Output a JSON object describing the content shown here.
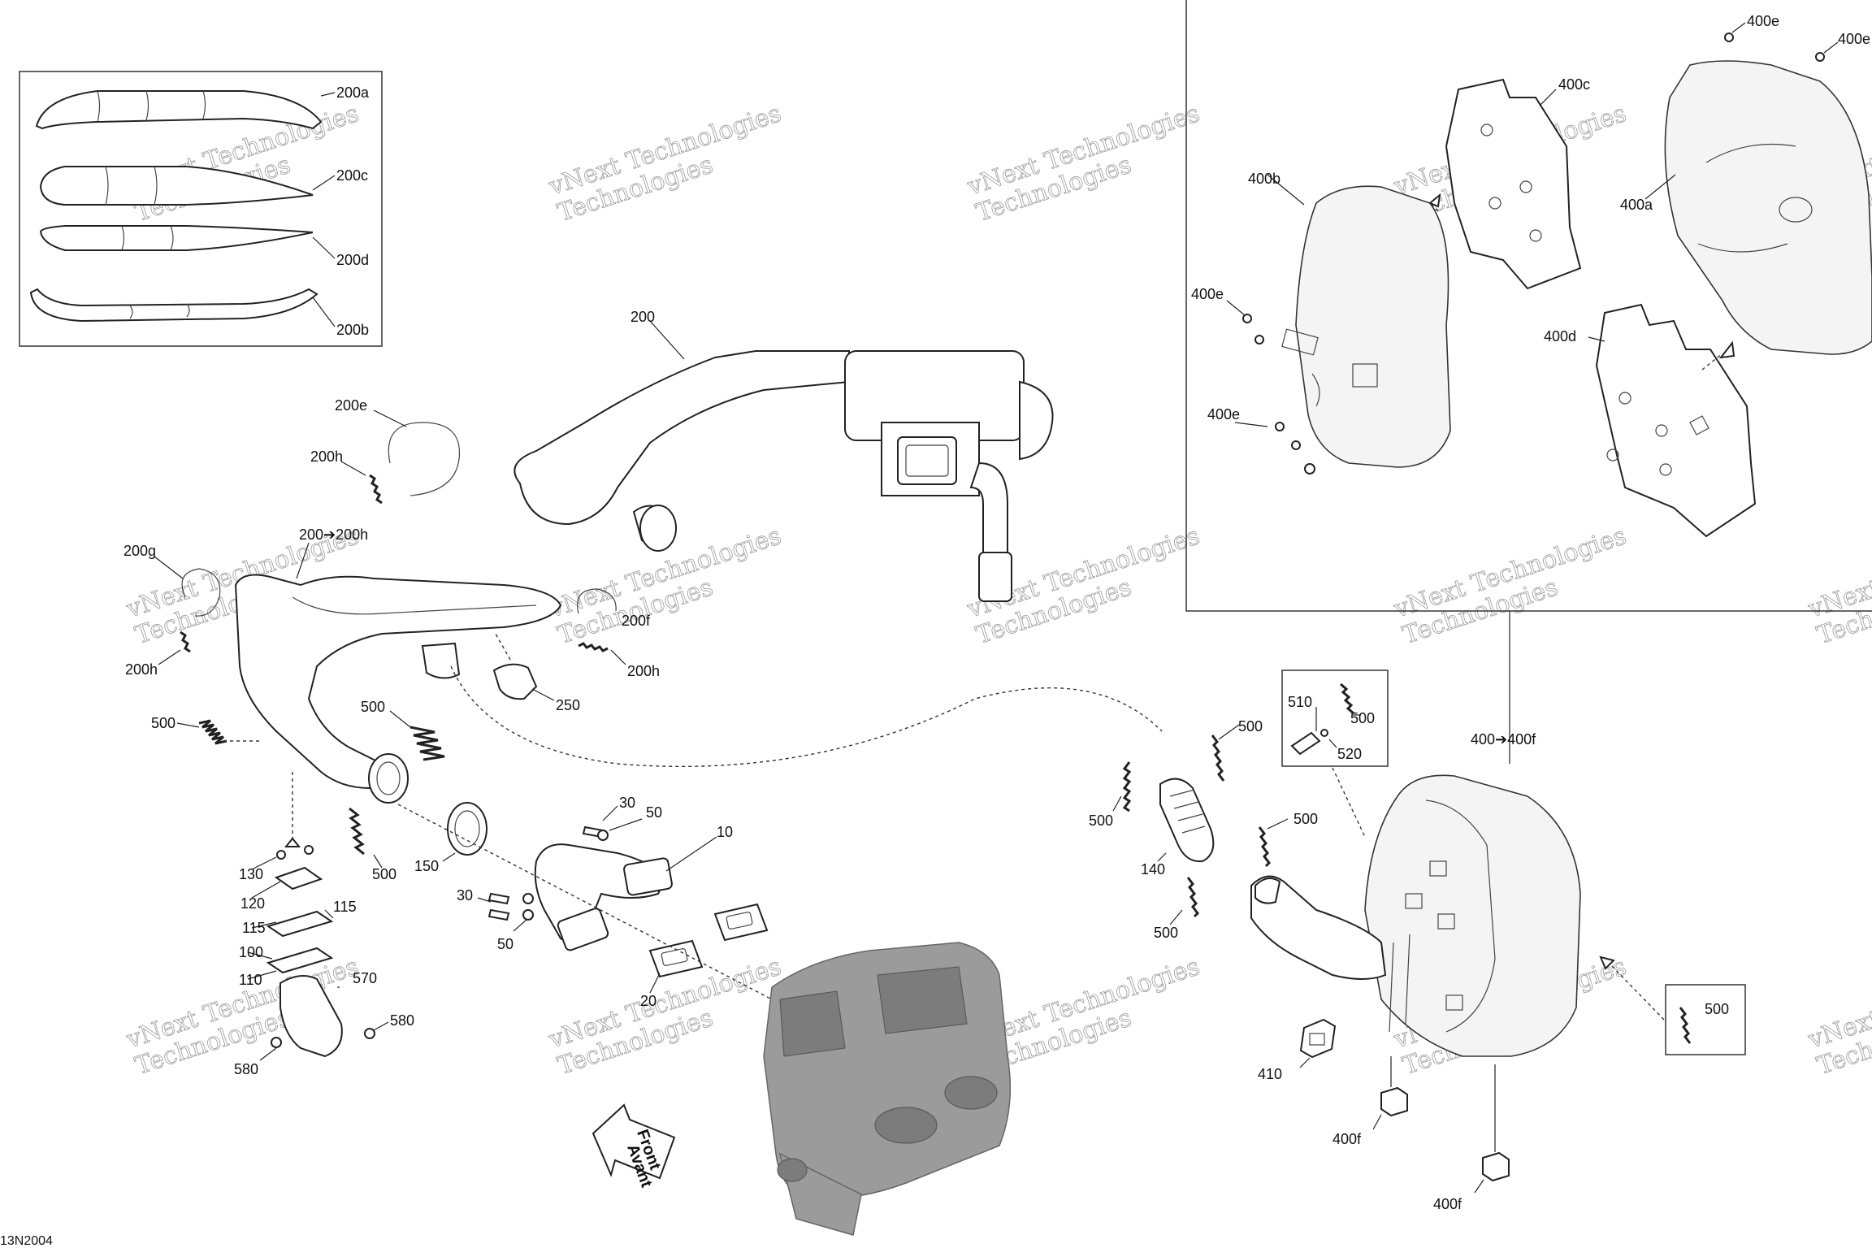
{
  "diagram_code": "13N2004",
  "watermark": {
    "line1": "vNext Technologies",
    "line2": "Technologies"
  },
  "front_label": {
    "en": "Front",
    "fr": "Avant"
  },
  "callouts": {
    "c200a": "200a",
    "c200c": "200c",
    "c200d": "200d",
    "c200b": "200b",
    "c200": "200",
    "c200e": "200e",
    "c200h_top": "200h",
    "c200g": "200g",
    "c200_range": "200➔200h",
    "c200f": "200f",
    "c200h_left": "200h",
    "c200h_right": "200h",
    "c250": "250",
    "c500_a": "500",
    "c500_b": "500",
    "c500_c": "500",
    "c30_a": "30",
    "c50_a": "50",
    "c10": "10",
    "c150": "150",
    "c30_b": "30",
    "c50_b": "50",
    "c20": "20",
    "c130": "130",
    "c120": "120",
    "c115_a": "115",
    "c115_b": "115",
    "c100": "100",
    "c110": "110",
    "c570": "570",
    "c580_a": "580",
    "c580_b": "580",
    "c400c": "400c",
    "c400e_t1": "400e",
    "c400e_t2": "400e",
    "c400b": "400b",
    "c400a": "400a",
    "c400e_l1": "400e",
    "c400e_l2": "400e",
    "c400d": "400d",
    "c510": "510",
    "c500_box": "500",
    "c520": "520",
    "c500_d": "500",
    "c400_range": "400➔400f",
    "c500_e": "500",
    "c500_f": "500",
    "c140": "140",
    "c500_g": "500",
    "c500_h": "500",
    "c410": "410",
    "c400f_a": "400f",
    "c400f_b": "400f"
  }
}
